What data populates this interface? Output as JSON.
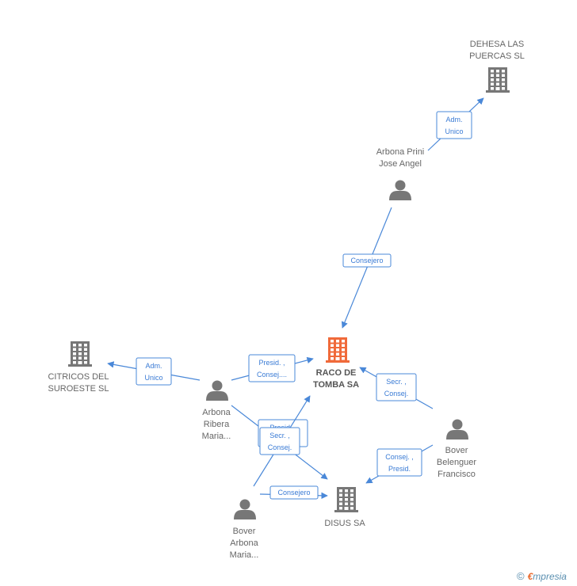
{
  "colors": {
    "main_company": "#f06a3a",
    "company": "#777777",
    "person": "#777777",
    "edge": "#4a88d8"
  },
  "nodes": {
    "raco": {
      "kind": "company",
      "main": true,
      "lines": [
        "RACO DE",
        "TOMBA SA"
      ]
    },
    "dehesa": {
      "kind": "company",
      "main": false,
      "lines": [
        "DEHESA LAS",
        "PUERCAS SL"
      ]
    },
    "citricos": {
      "kind": "company",
      "main": false,
      "lines": [
        "CITRICOS DEL",
        "SUROESTE SL"
      ]
    },
    "disus": {
      "kind": "company",
      "main": false,
      "lines": [
        "DISUS SA"
      ]
    },
    "arbona_prini": {
      "kind": "person",
      "lines": [
        "Arbona Prini",
        "Jose Angel"
      ]
    },
    "arbona_ribera": {
      "kind": "person",
      "lines": [
        "Arbona",
        "Ribera",
        "Maria..."
      ]
    },
    "bover_belenguer": {
      "kind": "person",
      "lines": [
        "Bover",
        "Belenguer",
        "Francisco"
      ]
    },
    "bover_arbona": {
      "kind": "person",
      "lines": [
        "Bover",
        "Arbona",
        "Maria..."
      ]
    }
  },
  "edges": [
    {
      "id": "e1",
      "from": "arbona_prini",
      "to": "dehesa",
      "lines": [
        "Adm.",
        "Unico"
      ]
    },
    {
      "id": "e2",
      "from": "arbona_prini",
      "to": "raco",
      "lines": [
        "Consejero"
      ]
    },
    {
      "id": "e3",
      "from": "arbona_ribera",
      "to": "citricos",
      "lines": [
        "Adm.",
        "Unico"
      ]
    },
    {
      "id": "e4",
      "from": "arbona_ribera",
      "to": "raco",
      "lines": [
        "Presid. ,",
        "Consej...."
      ]
    },
    {
      "id": "e5",
      "from": "arbona_ribera",
      "to": "disus",
      "lines": [
        "Presid. ,",
        "Consej...."
      ]
    },
    {
      "id": "e6",
      "from": "bover_arbona",
      "to": "raco",
      "lines": [
        "Secr. ,",
        "Consej."
      ]
    },
    {
      "id": "e7",
      "from": "bover_arbona",
      "to": "disus",
      "lines": [
        "Consejero"
      ]
    },
    {
      "id": "e8",
      "from": "bover_belenguer",
      "to": "raco",
      "lines": [
        "Secr. ,",
        "Consej."
      ]
    },
    {
      "id": "e9",
      "from": "bover_belenguer",
      "to": "disus",
      "lines": [
        "Consej. ,",
        "Presid."
      ]
    }
  ],
  "brand": {
    "copyright": "©",
    "e": "€",
    "rest": "mpresia"
  }
}
